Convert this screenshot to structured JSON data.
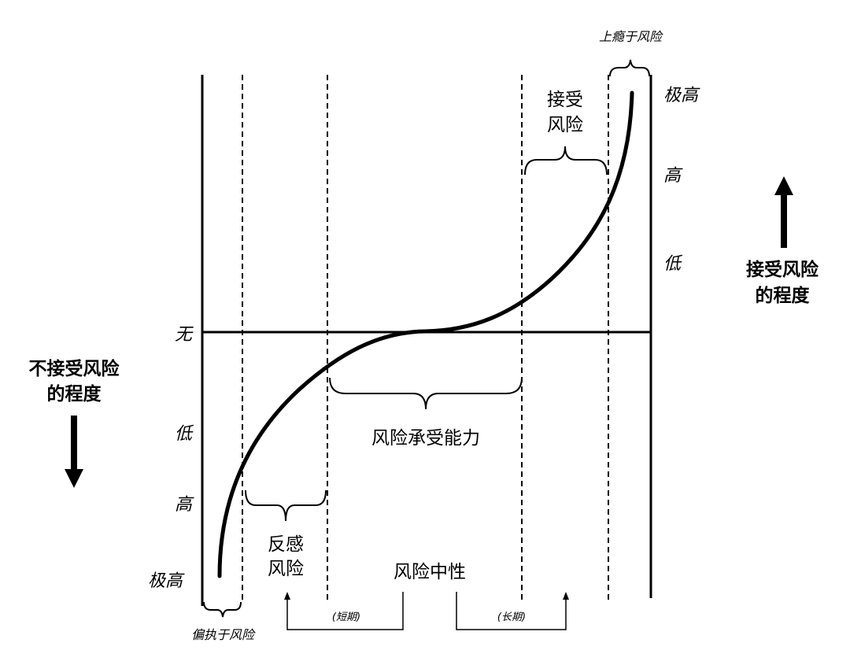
{
  "labels": {
    "addicted": "上瘾于风险",
    "paranoid": "偏执于风险",
    "accept_risk_top": "接受",
    "accept_risk_bottom": "风险",
    "averse_risk_top": "反感",
    "averse_risk_bottom": "风险",
    "risk_capacity": "风险承受能力",
    "risk_neutral": "风险中性",
    "short_term": "(短期)",
    "long_term": "(长期)"
  },
  "right_scale": {
    "extremely_high": "极高",
    "high": "高",
    "low": "低"
  },
  "left_scale": {
    "none": "无",
    "low": "低",
    "high": "高",
    "extremely_high": "极高"
  },
  "side_labels": {
    "accept_degree_line1": "接受风险",
    "accept_degree_line2": "的程度",
    "not_accept_degree_line1": "不接受风险",
    "not_accept_degree_line2": "的程度"
  }
}
